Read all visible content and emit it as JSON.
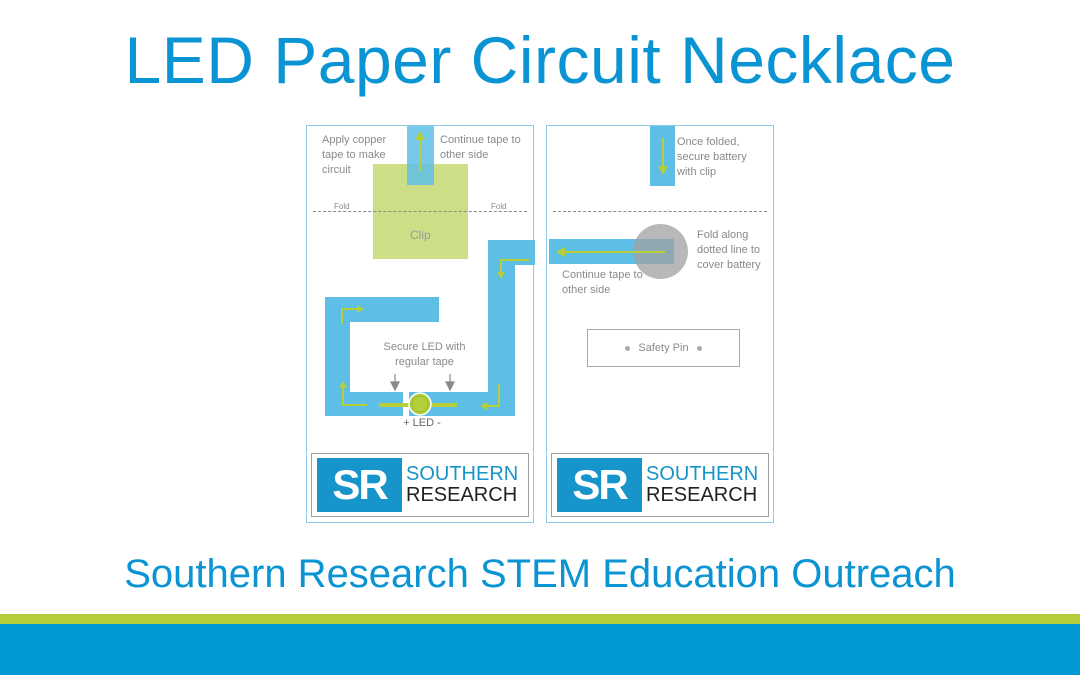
{
  "title": "LED Paper Circuit Necklace",
  "subtitle": "Southern Research STEM Education Outreach",
  "colors": {
    "title_blue": "#0a94d4",
    "tape_blue": "#5ebfe6",
    "accent_green": "#b5cf3a",
    "clip_green": "#c7dc79",
    "footer_blue": "#0398d6",
    "text_gray": "#8a8a8a"
  },
  "left_panel": {
    "note_apply": "Apply copper tape to make circuit",
    "note_continue": "Continue tape to other side",
    "fold_label_left": "Fold",
    "fold_label_right": "Fold",
    "clip_label": "Clip",
    "note_secure_led": "Secure LED with regular tape",
    "led_label": "+ LED -",
    "logo": {
      "mark": "SR",
      "line1": "SOUTHERN",
      "line2": "RESEARCH"
    }
  },
  "right_panel": {
    "note_once_folded": "Once folded, secure battery with clip",
    "note_fold_along": "Fold along dotted line to cover battery",
    "note_continue": "Continue tape to other side",
    "safety_pin_label": "Safety Pin",
    "logo": {
      "mark": "SR",
      "line1": "SOUTHERN",
      "line2": "RESEARCH"
    }
  }
}
